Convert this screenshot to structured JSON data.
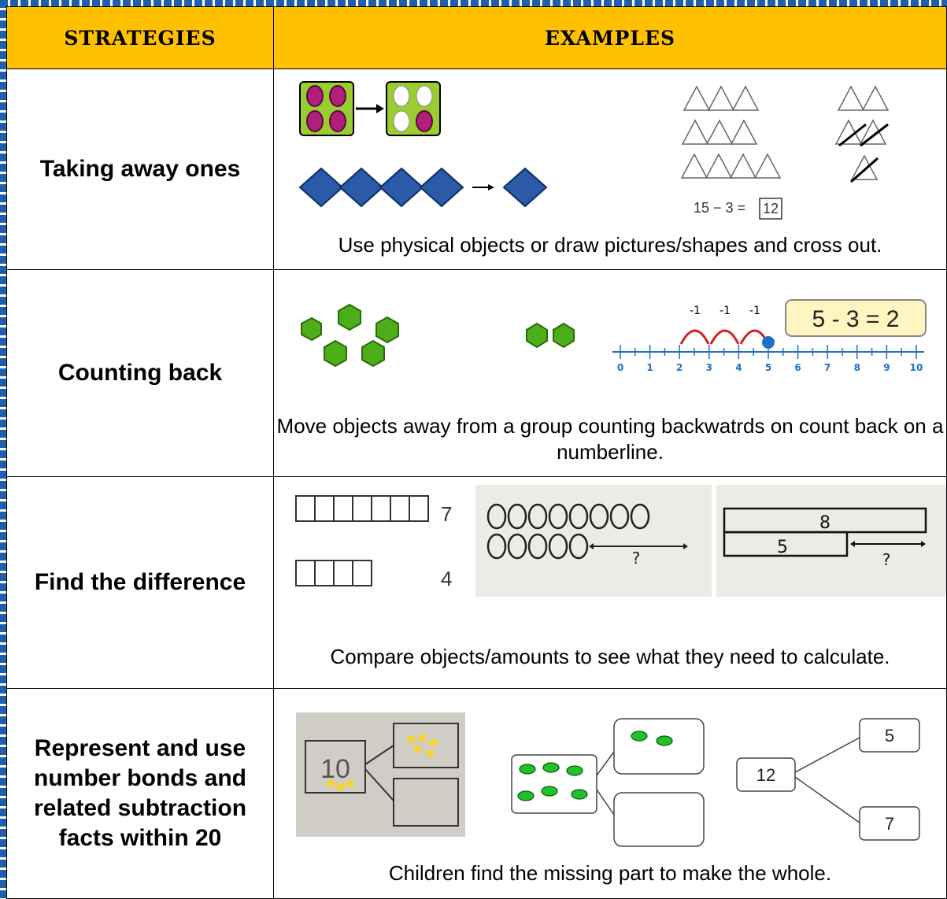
{
  "header": {
    "strategies": "STRATEGIES",
    "examples": "EXAMPLES"
  },
  "rows": [
    {
      "strategy": "Taking away ones",
      "caption": "Use physical objects or draw pictures/shapes and cross out.",
      "equation": "15 − 3 =",
      "answer": "12"
    },
    {
      "strategy": "Counting back",
      "caption": "Move objects away from a group counting backwatrds on count back on a numberline.",
      "jumps": [
        "-1",
        "-1",
        "-1"
      ],
      "equation": "5 - 3 = 2",
      "numberline_ticks": [
        "0",
        "1",
        "2",
        "3",
        "4",
        "5",
        "6",
        "7",
        "8",
        "9",
        "10"
      ]
    },
    {
      "strategy": "Find the difference",
      "caption": "Compare objects/amounts to see what they need to calculate.",
      "cube_counts": [
        "7",
        "4"
      ],
      "question_marks": [
        "?",
        "?"
      ],
      "bar_values": [
        "8",
        "5"
      ]
    },
    {
      "strategy": "Represent and use number bonds and related subtraction facts within 20",
      "caption": "Children find the missing part to make the whole.",
      "photo_whole": "10",
      "bond_whole": "12",
      "bond_parts": [
        "5",
        "7"
      ]
    }
  ],
  "colors": {
    "header_bg": "#ffc000",
    "dash_border": "#1f5fae",
    "counter_green": "#9acd32",
    "counter_pink": "#b0207a",
    "diamond_blue": "#2a5aa8",
    "cube_green": "#4caf1a",
    "numberline_blue": "#1f6fc6",
    "arc_red": "#d22020",
    "equation_bg": "#fff5c0"
  }
}
